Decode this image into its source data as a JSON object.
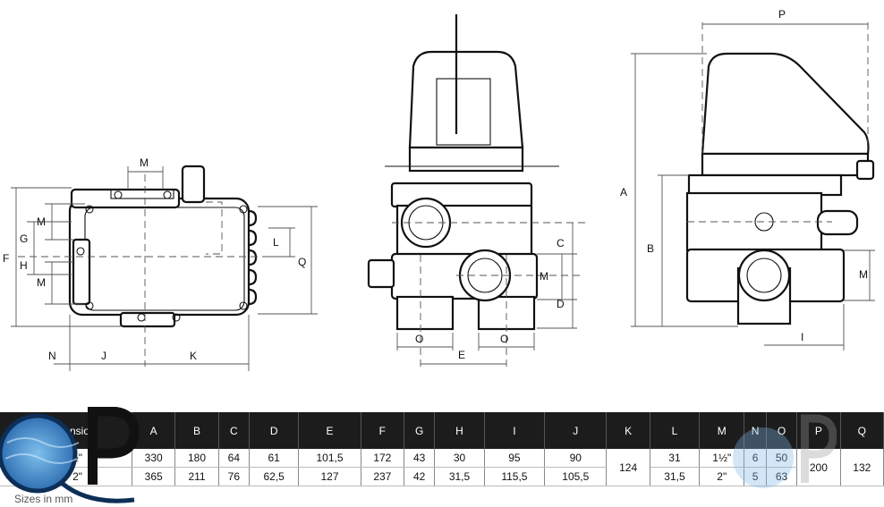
{
  "drawing": {
    "left_view_labels": {
      "F": "F",
      "G": "G",
      "H": "H",
      "M_top_left": "M",
      "M_lower_left": "M",
      "M_top": "M",
      "L": "L",
      "Q": "Q",
      "N": "N",
      "J": "J",
      "K": "K"
    },
    "front_view_labels": {
      "C": "C",
      "M": "M",
      "D": "D",
      "O_left": "O",
      "O_right": "O",
      "E": "E"
    },
    "side_view_labels": {
      "P": "P",
      "A": "A",
      "B": "B",
      "M": "M",
      "I": "I"
    }
  },
  "table": {
    "headers": [
      "Dimension",
      "A",
      "B",
      "C",
      "D",
      "E",
      "F",
      "G",
      "H",
      "I",
      "J",
      "K",
      "L",
      "M",
      "N",
      "O",
      "P",
      "Q"
    ],
    "rows": [
      [
        "1½\"",
        "330",
        "180",
        "64",
        "61",
        "101,5",
        "172",
        "43",
        "30",
        "95",
        "90",
        "124",
        "31",
        "1½\"",
        "6",
        "50",
        "200",
        "132"
      ],
      [
        "2\"",
        "365",
        "211",
        "76",
        "62,5",
        "127",
        "237",
        "42",
        "31,5",
        "115,5",
        "105,5",
        "",
        "31,5",
        "2\"",
        "5",
        "63",
        "",
        ""
      ]
    ]
  },
  "footer": {
    "units_note": "Sizes in mm"
  },
  "colors": {
    "header_bg": "#1c1c1c",
    "logo_blue": "#2a6fb0"
  }
}
